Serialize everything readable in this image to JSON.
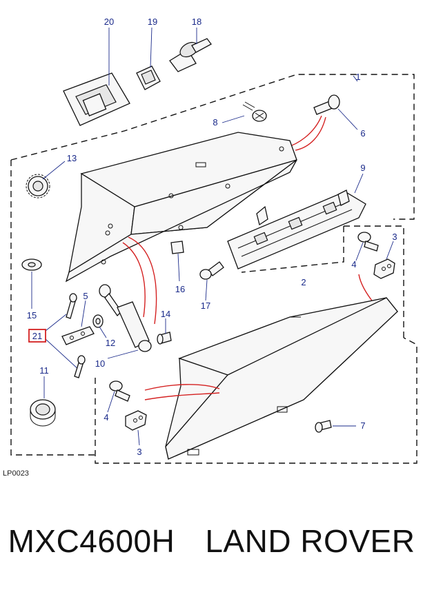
{
  "diagram": {
    "ref_code": "LP0023",
    "callouts": [
      "20",
      "19",
      "18",
      "1",
      "8",
      "6",
      "13",
      "9",
      "3",
      "4",
      "2",
      "15",
      "5",
      "21",
      "12",
      "16",
      "17",
      "14",
      "10",
      "11",
      "4",
      "3",
      "7"
    ],
    "highlighted_callout": "21",
    "highlight_color": "#d42020",
    "callout_color": "#1a2a8a",
    "arrow_color": "#d42020"
  },
  "caption": {
    "part_number": "MXC4600H",
    "brand": "LAND ROVER"
  }
}
